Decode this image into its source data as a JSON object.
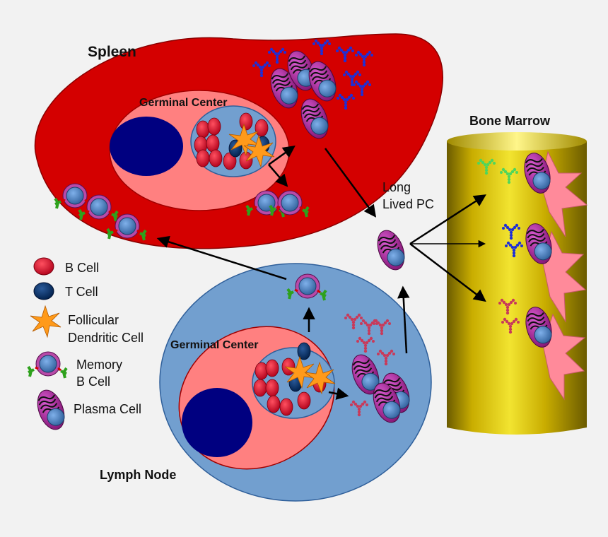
{
  "labels": {
    "spleen": "Spleen",
    "germinal_center_spleen": "Germinal Center",
    "germinal_center_lymph": "Germinal Center",
    "lymph_node": "Lymph Node",
    "bone_marrow": "Bone Marrow",
    "long_lived_pc_line1": "Long",
    "long_lived_pc_line2": "Lived PC"
  },
  "legend": {
    "b_cell": "B Cell",
    "t_cell": "T Cell",
    "fdc_line1": "Follicular",
    "fdc_line2": "Dendritic Cell",
    "memory_line1": "Memory",
    "memory_line2": "B Cell",
    "plasma": "Plasma Cell"
  },
  "colors": {
    "spleen": "#d40000",
    "lymph_node": "#729fcf",
    "germinal_center": "#ff8080",
    "nucleus": "#000080",
    "b_cell": "#c4001a",
    "t_cell": "#003366",
    "fdc": "#ff9a1a",
    "memory_receptor": "#2ea11c",
    "plasma_outer": "#a3178c",
    "antibody_blue": "#1e2fd6",
    "antibody_green": "#4fd65b",
    "antibody_red": "#c83a5a",
    "bone_marrow": "#c8ad00",
    "stromal": "#ff8a9a"
  }
}
